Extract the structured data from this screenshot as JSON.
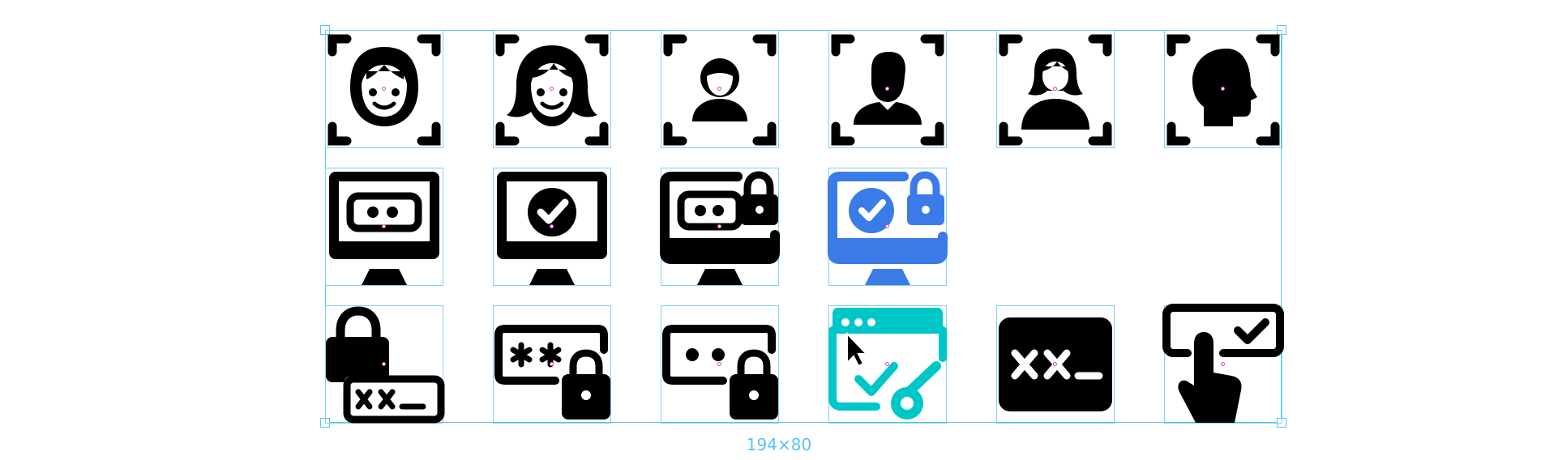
{
  "selection": {
    "size_label": "194×80",
    "accent": "#59c3f5"
  },
  "colors": {
    "icon": "#000000",
    "blue": "#3b7be8",
    "teal": "#00c7c7",
    "anchor": "#e040c8"
  },
  "icons": [
    {
      "name": "face-scan-child-icon",
      "row": 1,
      "col": 1
    },
    {
      "name": "face-scan-woman-icon",
      "row": 1,
      "col": 2
    },
    {
      "name": "face-scan-user-icon",
      "row": 1,
      "col": 3
    },
    {
      "name": "face-scan-man-icon",
      "row": 1,
      "col": 4
    },
    {
      "name": "face-scan-woman-bust-icon",
      "row": 1,
      "col": 5
    },
    {
      "name": "head-scan-icon",
      "row": 1,
      "col": 6
    },
    {
      "name": "monitor-password-icon",
      "row": 2,
      "col": 1
    },
    {
      "name": "monitor-check-icon",
      "row": 2,
      "col": 2
    },
    {
      "name": "monitor-password-lock-icon",
      "row": 2,
      "col": 3
    },
    {
      "name": "monitor-check-lock-blue-icon",
      "row": 2,
      "col": 4
    },
    {
      "name": "lock-password-field-icon",
      "row": 3,
      "col": 1
    },
    {
      "name": "asterisk-password-lock-icon",
      "row": 3,
      "col": 2
    },
    {
      "name": "dot-password-lock-icon",
      "row": 3,
      "col": 3
    },
    {
      "name": "browser-check-key-teal-icon",
      "row": 3,
      "col": 4
    },
    {
      "name": "password-terminal-icon",
      "row": 3,
      "col": 5
    },
    {
      "name": "touch-check-icon",
      "row": 3,
      "col": 6
    }
  ]
}
